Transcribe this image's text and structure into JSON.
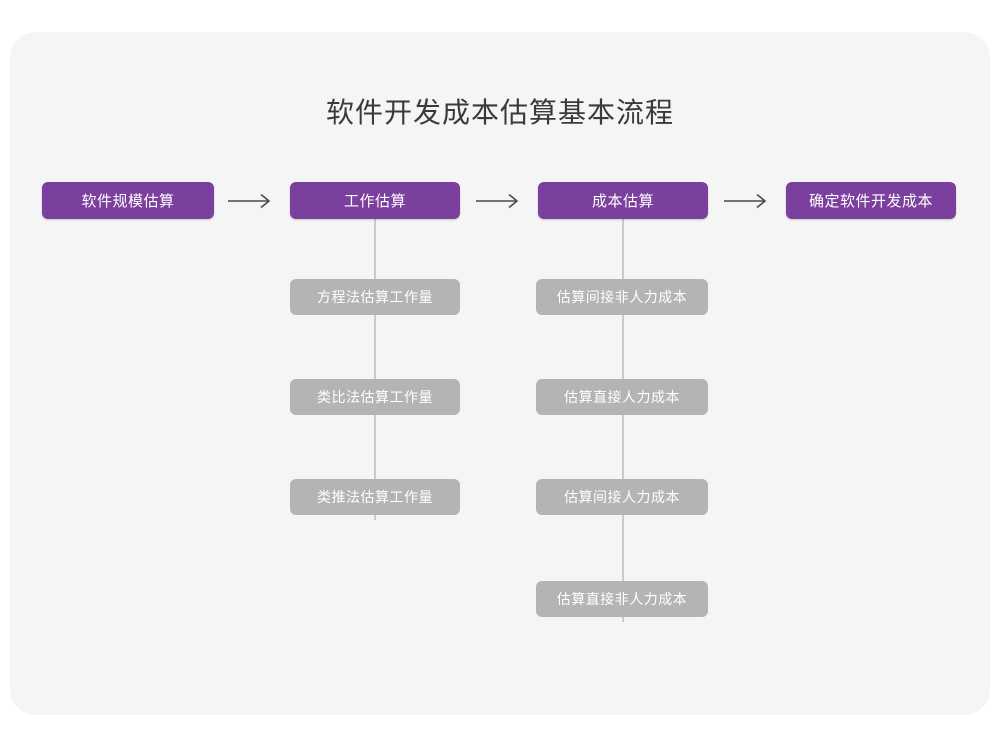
{
  "diagram": {
    "title": "软件开发成本估算基本流程",
    "colors": {
      "primary": "#7b3f9d",
      "secondary": "#b4b4b4",
      "card_background": "#f5f5f5",
      "page_background": "#ffffff",
      "connector": "#c9c9c9",
      "title_text": "#3a3a3a",
      "node_text": "#ffffff"
    },
    "main_flow": [
      {
        "label": "软件规模估算"
      },
      {
        "label": "工作估算"
      },
      {
        "label": "成本估算"
      },
      {
        "label": "确定软件开发成本"
      }
    ],
    "arrows": [
      {
        "name": "arrow-1",
        "glyph": "arrow-right-icon"
      },
      {
        "name": "arrow-2",
        "glyph": "arrow-right-icon"
      },
      {
        "name": "arrow-3",
        "glyph": "arrow-right-icon"
      }
    ],
    "work_estimation_branch": [
      {
        "label": "方程法估算工作量"
      },
      {
        "label": "类比法估算工作量"
      },
      {
        "label": "类推法估算工作量"
      }
    ],
    "cost_estimation_branch": [
      {
        "label": "估算间接非人力成本"
      },
      {
        "label": "估算直接人力成本"
      },
      {
        "label": "估算间接人力成本"
      },
      {
        "label": "估算直接非人力成本"
      }
    ]
  }
}
